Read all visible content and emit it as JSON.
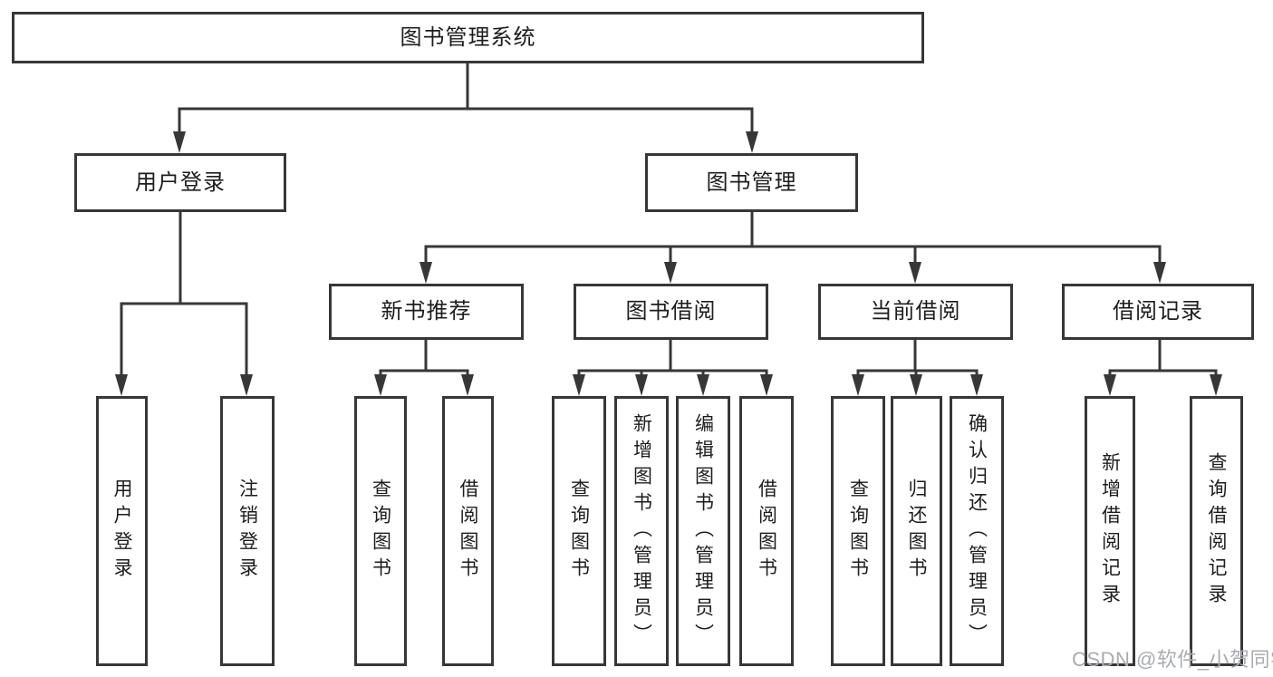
{
  "page": {
    "background_color": "#ffffff",
    "line_color": "#373737",
    "text_color": "#1d1d1f",
    "watermark_color": "#a8acb1"
  },
  "watermark": {
    "text": "CSDN @软件_小贺同学"
  },
  "tree": {
    "root": {
      "label": "图书管理系统"
    },
    "branches": [
      {
        "label": "用户登录",
        "children": [
          {
            "label": "用户登录"
          },
          {
            "label": "注销登录"
          }
        ]
      },
      {
        "label": "图书管理",
        "children": [
          {
            "label": "新书推荐",
            "children": [
              {
                "label": "查询图书"
              },
              {
                "label": "借阅图书"
              }
            ]
          },
          {
            "label": "图书借阅",
            "children": [
              {
                "label": "查询图书"
              },
              {
                "label": "新增图书（管理员）"
              },
              {
                "label": "编辑图书（管理员）"
              },
              {
                "label": "借阅图书"
              }
            ]
          },
          {
            "label": "当前借阅",
            "children": [
              {
                "label": "查询图书"
              },
              {
                "label": "归还图书"
              },
              {
                "label": "确认归还（管理员）"
              }
            ]
          },
          {
            "label": "借阅记录",
            "children": [
              {
                "label": "新增借阅记录"
              },
              {
                "label": "查询借阅记录"
              }
            ]
          }
        ]
      }
    ]
  }
}
